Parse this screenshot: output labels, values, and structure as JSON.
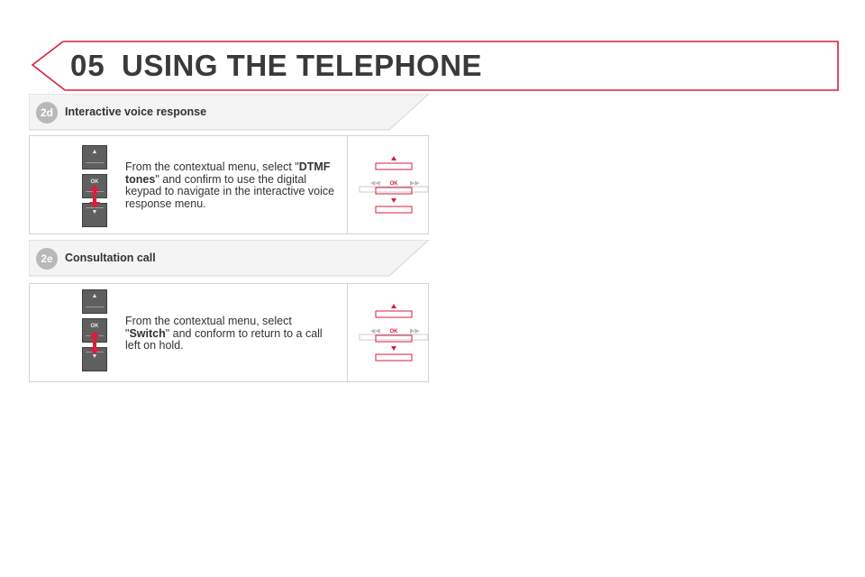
{
  "header": {
    "chapter_number": "05",
    "chapter_title": "USING THE TELEPHONE",
    "accent_color": "#d81e3c"
  },
  "sections": [
    {
      "badge": "2d",
      "title": "Interactive voice response",
      "text_before": "From the contextual menu, select \"",
      "text_bold": "DTMF tones",
      "text_after": "\" and confirm to use the digital keypad to navigate in the interactive voice response menu."
    },
    {
      "badge": "2e",
      "title": "Consultation call",
      "text_before": "From the contextual menu, select \"",
      "text_bold": "Switch",
      "text_after": "\" and conform to return to a call left on hold."
    }
  ],
  "controls": {
    "up_icon": "triangle-up-icon",
    "ok_label": "OK",
    "down_icon": "triangle-down-icon"
  },
  "nav_icon": {
    "ok_label": "OK",
    "prev_icon": "double-left-icon",
    "next_icon": "double-right-icon"
  }
}
